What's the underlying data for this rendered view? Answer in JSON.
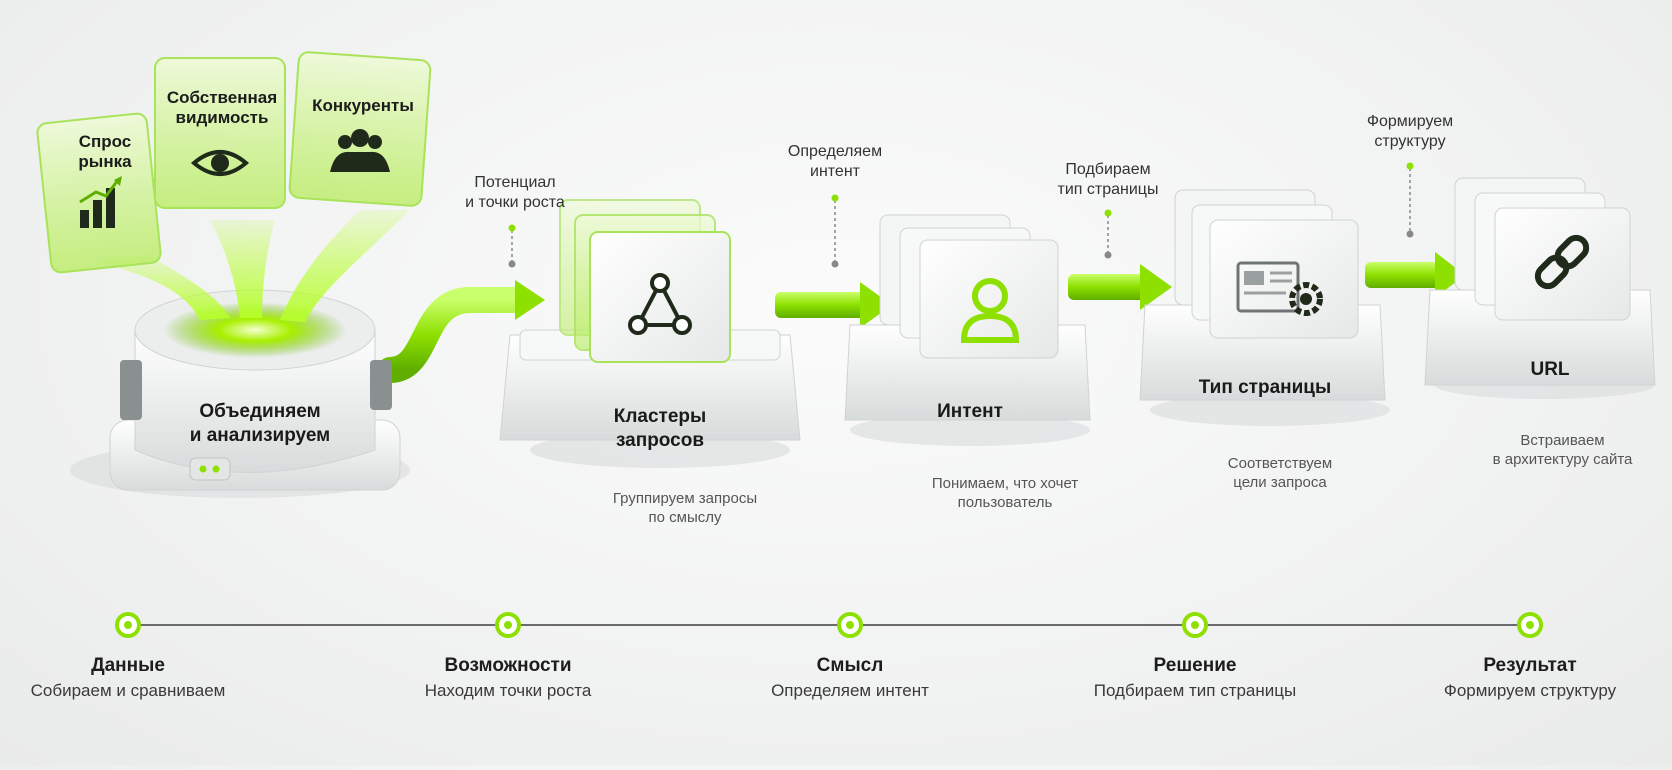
{
  "sources": {
    "market_demand": "Спрос\nрынка",
    "own_visibility": "Собственная\nвидимость",
    "competitors": "Конкуренты"
  },
  "stations": {
    "combine": "Объединяем\nи анализируем",
    "clusters": "Кластеры\nзапросов",
    "intent": "Интент",
    "page_type": "Тип страницы",
    "url": "URL"
  },
  "callouts": {
    "growth": "Потенциал\nи точки роста",
    "define_intent": "Определяем\nинтент",
    "choose_type": "Подбираем\nтип страницы",
    "form_structure": "Формируем\nструктуру"
  },
  "captions": {
    "clusters": "Группируем запросы\nпо смыслу",
    "intent": "Понимаем, что хочет\nпользователь",
    "page_type": "Соответствуем\nцели запроса",
    "url": "Встраиваем\nв архитектуру сайта"
  },
  "timeline": [
    {
      "title": "Данные",
      "subtitle": "Собираем и сравниваем"
    },
    {
      "title": "Возможности",
      "subtitle": "Находим точки роста"
    },
    {
      "title": "Смысл",
      "subtitle": "Определяем интент"
    },
    {
      "title": "Решение",
      "subtitle": "Подбираем тип страницы"
    },
    {
      "title": "Результат",
      "subtitle": "Формируем структуру"
    }
  ],
  "colors": {
    "accent": "#8ee000",
    "accent_dark": "#5fae00",
    "machine": "#f4f5f5",
    "machine_shade": "#d9dcdc",
    "line": "#6b6b6b"
  }
}
